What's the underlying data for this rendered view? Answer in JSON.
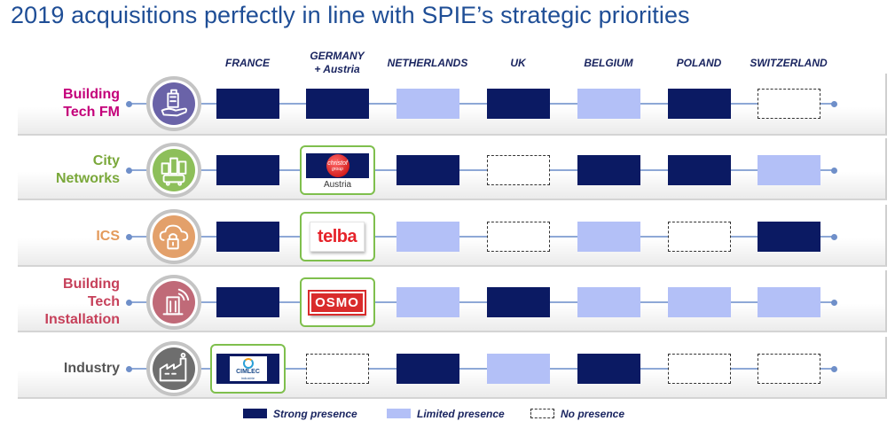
{
  "title": "2019 acquisitions perfectly in line with SPIE’s strategic priorities",
  "columns": [
    {
      "line1": "FRANCE",
      "line2": ""
    },
    {
      "line1": "GERMANY",
      "line2": "+ Austria"
    },
    {
      "line1": "NETHERLANDS",
      "line2": ""
    },
    {
      "line1": "UK",
      "line2": ""
    },
    {
      "line1": "BELGIUM",
      "line2": ""
    },
    {
      "line1": "POLAND",
      "line2": ""
    },
    {
      "line1": "SWITZERLAND",
      "line2": ""
    }
  ],
  "rows": [
    {
      "line1": "Building",
      "line2": "Tech FM",
      "line3": "",
      "color": "#c4007a",
      "icon": "building-hand-icon",
      "icon_color": "#6a63a8",
      "presence": [
        "strong",
        "strong",
        "limited",
        "strong",
        "limited",
        "strong",
        "none"
      ]
    },
    {
      "line1": "City",
      "line2": "Networks",
      "line3": "",
      "color": "#7aa83a",
      "icon": "city-train-icon",
      "icon_color": "#8dbf5a",
      "presence": [
        "strong",
        "strong",
        "strong",
        "none",
        "strong",
        "strong",
        "limited"
      ]
    },
    {
      "line1": "ICS",
      "line2": "",
      "line3": "",
      "color": "#e39a5b",
      "icon": "cloud-lock-icon",
      "icon_color": "#e3a06a",
      "presence": [
        "strong",
        "strong",
        "limited",
        "none",
        "limited",
        "none",
        "strong"
      ]
    },
    {
      "line1": "Building",
      "line2": "Tech",
      "line3": "Installation",
      "color": "#c6405a",
      "icon": "building-signal-icon",
      "icon_color": "#c06a78",
      "presence": [
        "strong",
        "strong",
        "limited",
        "strong",
        "limited",
        "limited",
        "limited"
      ]
    },
    {
      "line1": "Industry",
      "line2": "",
      "line3": "",
      "color": "#555555",
      "icon": "factory-icon",
      "icon_color": "#6e6e6e",
      "presence": [
        "strong",
        "none",
        "strong",
        "limited",
        "strong",
        "none",
        "none"
      ]
    }
  ],
  "acquisitions": [
    {
      "row": 1,
      "col": 1,
      "logo": "christof",
      "logo_text": "christof",
      "logo_subtext": "group",
      "caption": "Austria",
      "logo_icon": "christof-logo"
    },
    {
      "row": 2,
      "col": 1,
      "logo": "telba",
      "logo_text": "telba",
      "logo_subtext": "",
      "caption": "",
      "logo_icon": "telba-logo"
    },
    {
      "row": 3,
      "col": 1,
      "logo": "osmo",
      "logo_text": "OSMO",
      "logo_subtext": "",
      "caption": "",
      "logo_icon": "osmo-logo"
    },
    {
      "row": 4,
      "col": 0,
      "logo": "cimlec",
      "logo_text": "CIMLEC",
      "logo_subtext": "industrie",
      "caption": "",
      "logo_icon": "cimlec-logo"
    }
  ],
  "legend": {
    "strong": "Strong presence",
    "limited": "Limited presence",
    "none": "No presence"
  },
  "colors": {
    "strong": "#0b1a63",
    "limited": "#b3c0f7",
    "accent_green": "#7fbf4d",
    "title": "#1f4e96"
  }
}
